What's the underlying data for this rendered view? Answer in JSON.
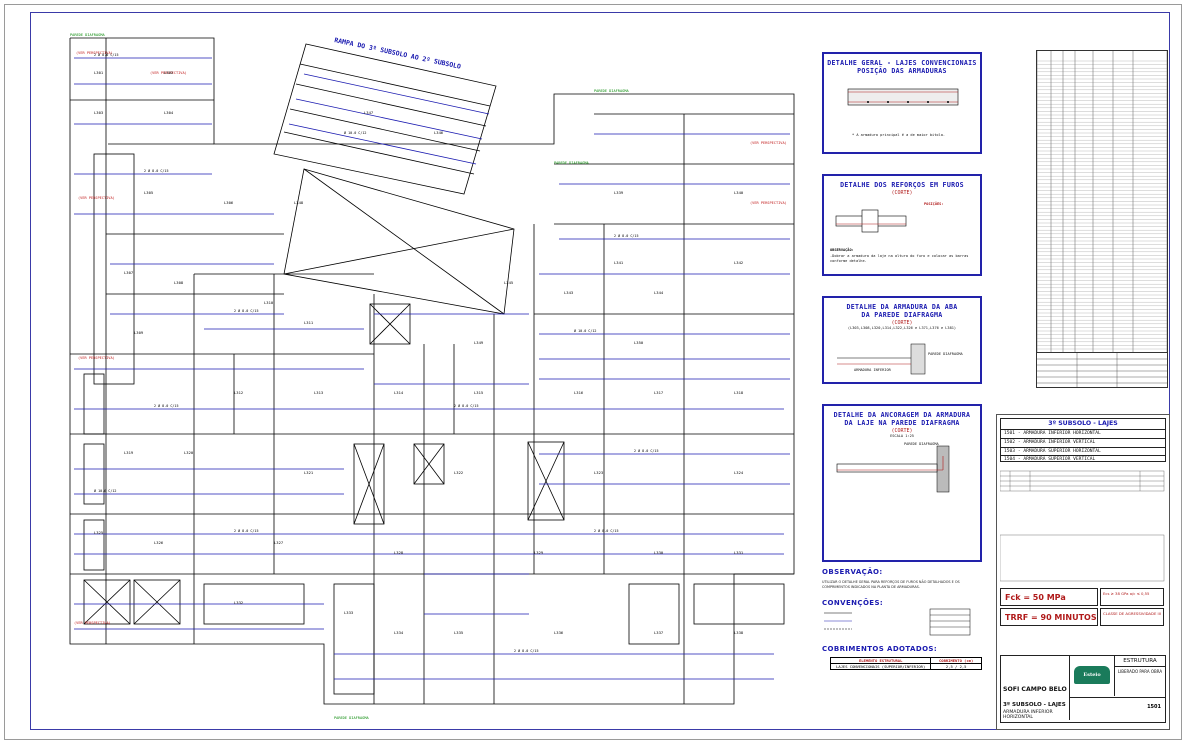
{
  "drawing": {
    "ramp_label": "RAMPA DO 3º SUBSOLO AO 2º SUBSOLO",
    "diaphragm_label": "PAREDE DIAFRAGMA",
    "slab_labels": [
      "L301",
      "L302",
      "L303",
      "L304",
      "L305",
      "L306",
      "L307",
      "L308",
      "L309",
      "L310",
      "L311",
      "L312",
      "L313",
      "L314",
      "L315",
      "L316",
      "L317",
      "L318",
      "L319",
      "L320",
      "L321",
      "L322",
      "L323",
      "L324",
      "L325",
      "L326",
      "L327",
      "L328",
      "L329",
      "L330",
      "L331",
      "L332",
      "L333",
      "L334",
      "L335",
      "L336",
      "L337",
      "L338",
      "L339",
      "L340",
      "L341",
      "L342",
      "L343",
      "L344",
      "L345",
      "L346",
      "L347",
      "L348",
      "L349",
      "L350"
    ],
    "rebar_label": "2 Ø 8.0 C/15",
    "rebar_label_b": "Ø 10.0 C/12",
    "red_tag": "(VER PERSPECTIVA)"
  },
  "panels": {
    "geral": {
      "title": "DETALHE GERAL - LAJES CONVENCIONAIS",
      "title2": "POSIÇÃO DAS ARMADURAS",
      "note": "* A armadura principal é a de maior bitola."
    },
    "reforcos": {
      "title": "DETALHE DOS REFORÇOS EM FUROS",
      "sub": "(CORTE)",
      "pos_head": "POSIÇÕES:",
      "obs_head": "OBSERVAÇÃO:",
      "obs": "-Dobrar a armadura da laje na altura do furo e colocar as barras conforme detalhe."
    },
    "aba": {
      "title": "DETALHE DA ARMADURA DA ABA",
      "title2": "DA PAREDE DIAFRAGMA",
      "sub": "(CORTE)",
      "slabs": "(L303,L308,L320,L314,L322,L326 e L371,L376 e L381)",
      "lbl1": "PAREDE DIAFRAGMA",
      "lbl2": "ARMADURA INFERIOR"
    },
    "ancoragem": {
      "title": "DETALHE DA ANCORAGEM DA ARMADURA",
      "title2": "DA LAJE NA PAREDE DIAFRAGMA",
      "sub": "(CORTE)",
      "scale": "ESCALA 1:25",
      "lbl": "PAREDE DIAFRAGMA"
    }
  },
  "observacao": {
    "head": "OBSERVAÇÃO:",
    "text": "UTILIZAR O DETALHE GERAL PARA REFORÇOS DE FUROS NÃO DETALHADOS E OS COMPRIMENTOS INDICADOS NA PLANTA DE ARMADURAS.",
    "conv_head": "CONVENÇÕES:",
    "cob_head": "COBRIMENTOS ADOTADOS:",
    "cob_table_head": [
      "ELEMENTO ESTRUTURAL",
      "COBRIMENTO (cm)"
    ],
    "cob_table_row": [
      "LAJES CONVENCIONAIS (SUPERIOR/INFERIOR)",
      "2,5 / 2,5"
    ]
  },
  "title_block": {
    "header": "3º SUBSOLO - LAJES",
    "sheets": [
      "1501 - ARMADURA INFERIOR HORIZONTAL",
      "1502 - ARMADURA INFERIOR VERTICAL",
      "1503 - ARMADURA SUPERIOR HORIZONTAL",
      "1504 - ARMADURA SUPERIOR VERTICAL"
    ],
    "fck": "Fck = 50 MPa",
    "trrf": "TRRF = 90 MINUTOS",
    "fck_side1": "Ecs ≥ 38 GPa   a/c ≤ 0,55",
    "fck_side2": "CLASSE DE AGRESSIVIDADE III",
    "estrutura": "ESTRUTURA",
    "liberado": "LIBERADO PARA OBRA",
    "client": "SOFI CAMPO BELO",
    "sheet_title": "3º SUBSOLO - LAJES",
    "sheet_sub": "ARMADURA INFERIOR HORIZONTAL",
    "drawing_no": "1501",
    "logo": "Esteio"
  },
  "colors": {
    "line": "#000000",
    "rebar": "#1a1ab0",
    "label_green": "#0a8a0a",
    "tag_red": "#c01a1a",
    "frame": "#2222aa"
  }
}
